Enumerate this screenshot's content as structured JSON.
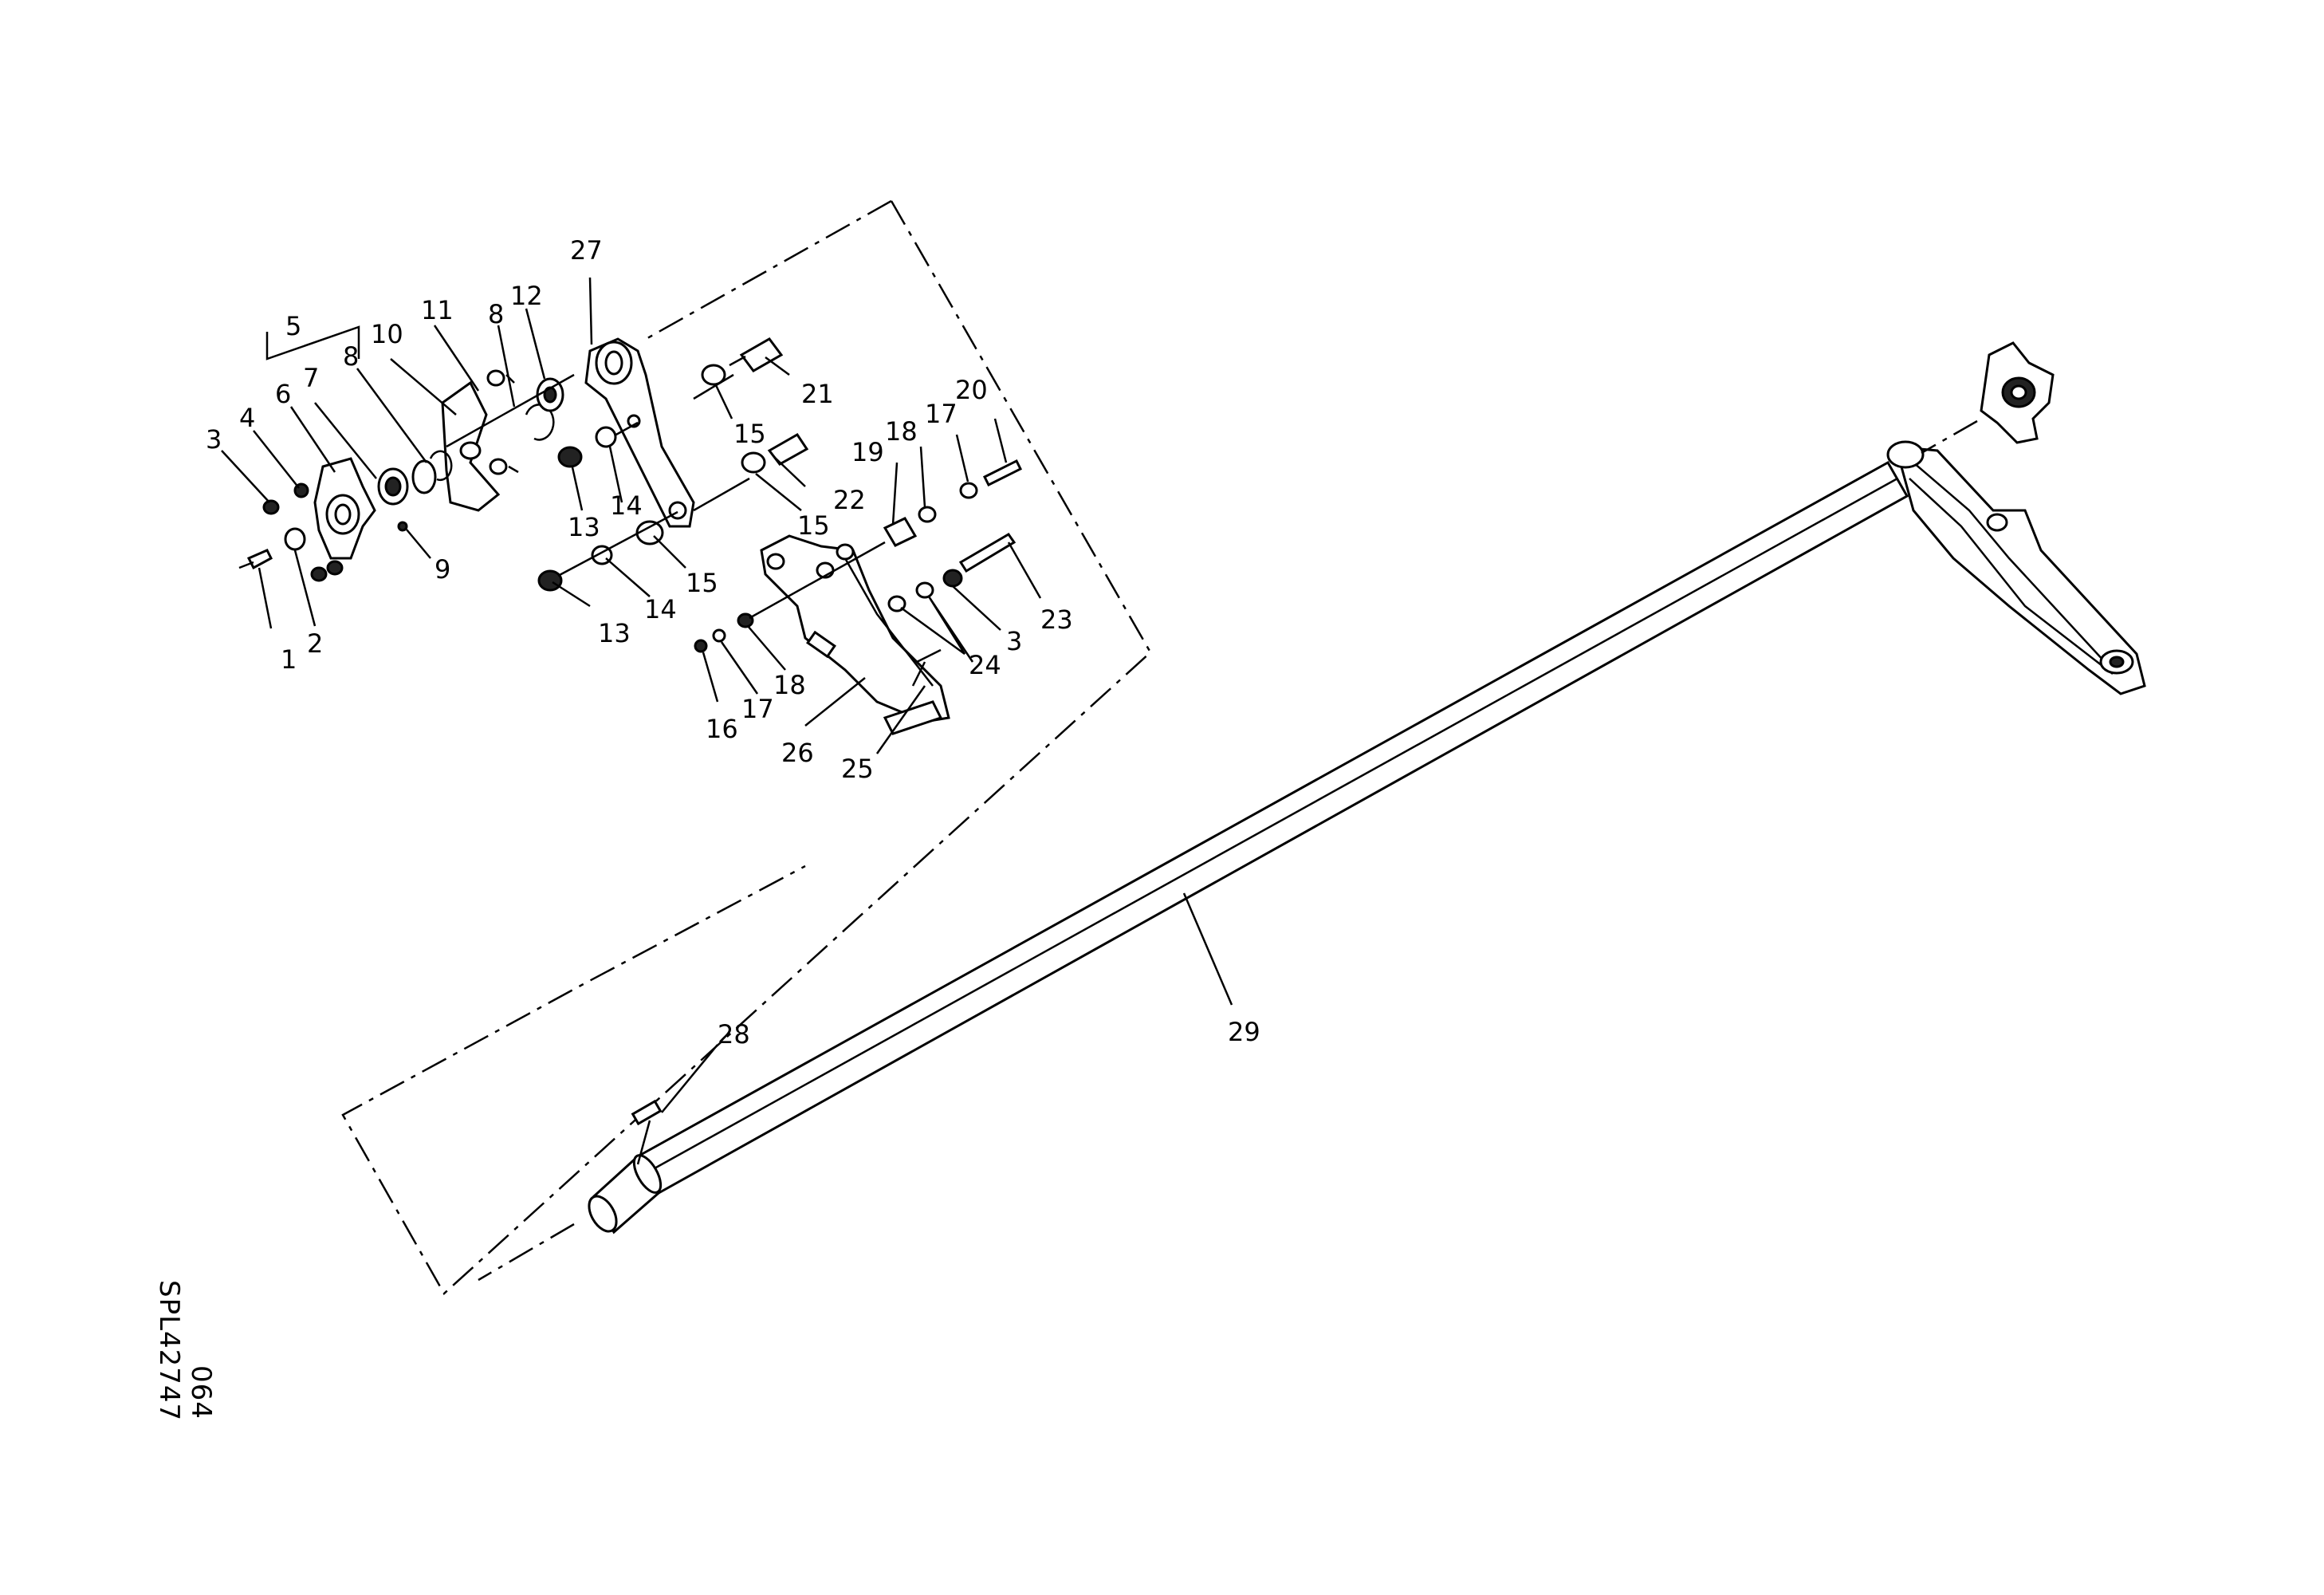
{
  "diagram": {
    "callouts": [
      "1",
      "2",
      "3",
      "4",
      "5",
      "6",
      "7",
      "8",
      "9",
      "10",
      "11",
      "8",
      "12",
      "27",
      "13",
      "14",
      "13",
      "14",
      "15",
      "15",
      "15",
      "21",
      "22",
      "19",
      "18",
      "17",
      "20",
      "16",
      "17",
      "18",
      "24",
      "3",
      "23",
      "26",
      "25",
      "28",
      "29"
    ],
    "drawing_ref": "SPL42747",
    "drawing_sub": "064"
  }
}
